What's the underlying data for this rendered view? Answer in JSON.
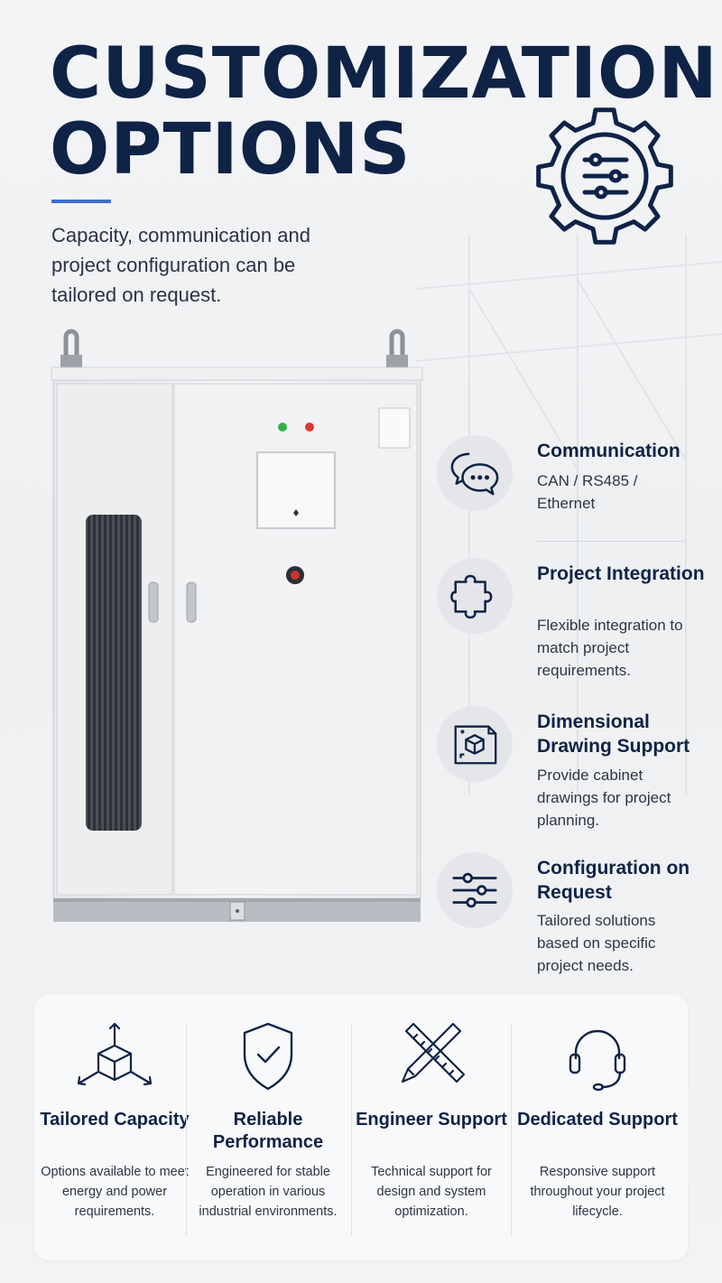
{
  "header": {
    "title_line1": "CUSTOMIZATION",
    "title_line2": "OPTIONS",
    "subtitle": "Capacity, communication and project configuration can be tailored on request.",
    "gear_icon": "gear-sliders-icon"
  },
  "colors": {
    "navy": "#0f2347",
    "accent_blue": "#3d6fd1",
    "led_green": "#2fb34a",
    "led_red": "#d93a32"
  },
  "features": [
    {
      "icon": "chat-bubbles-icon",
      "title": "Communication",
      "description": "CAN / RS485 / Ethernet"
    },
    {
      "icon": "puzzle-piece-icon",
      "title": "Project Integration",
      "description": "Flexible integration to match project requirements."
    },
    {
      "icon": "blueprint-cube-icon",
      "title": "Dimensional Drawing Support",
      "description": "Provide cabinet drawings for project planning."
    },
    {
      "icon": "sliders-icon",
      "title": "Configuration on Request",
      "description": "Tailored solutions based on specific project needs."
    }
  ],
  "cards": [
    {
      "icon": "cube-arrows-icon",
      "title": "Tailored Capacity",
      "text": "Options available to meet energy and power requirements."
    },
    {
      "icon": "shield-check-icon",
      "title": "Reliable Performance",
      "text": "Engineered for stable operation in various industrial environments."
    },
    {
      "icon": "ruler-pencil-icon",
      "title": "Engineer Support",
      "text": "Technical support for design and system optimization."
    },
    {
      "icon": "headset-icon",
      "title": "Dedicated Support",
      "text": "Responsive support throughout your project lifecycle."
    }
  ]
}
